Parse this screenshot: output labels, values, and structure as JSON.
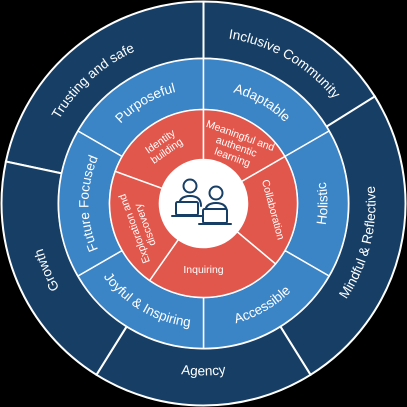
{
  "colors": {
    "outer_ring": "#173f66",
    "middle_ring": "#3b84c6",
    "inner_ring": "#e2574c",
    "center": "#ffffff",
    "divider": "#ffffff",
    "icon_stroke": "#173f66"
  },
  "outer_ring": {
    "segments": [
      {
        "label": "Trusting and safe"
      },
      {
        "label": "Inclusive Community"
      },
      {
        "label": "Mindful & Reflective"
      },
      {
        "label": "Agency"
      },
      {
        "label": "Growth"
      }
    ]
  },
  "middle_ring": {
    "segments": [
      {
        "label": "Purposeful"
      },
      {
        "label": "Adaptable"
      },
      {
        "label": "Holistic"
      },
      {
        "label": "Accessible"
      },
      {
        "label": "Joyful & Inspiring"
      },
      {
        "label": "Future Focused"
      }
    ]
  },
  "inner_ring": {
    "segments": [
      {
        "lines": [
          "Identity",
          "building"
        ]
      },
      {
        "lines": [
          "Meaningful and",
          "authentic",
          "learning"
        ]
      },
      {
        "lines": [
          "Collaboration"
        ]
      },
      {
        "lines": [
          "Inquiring"
        ]
      },
      {
        "lines": [
          "Exploration and",
          "discovery"
        ]
      }
    ]
  },
  "center": {
    "icon": "two-learners-with-laptops-icon"
  }
}
